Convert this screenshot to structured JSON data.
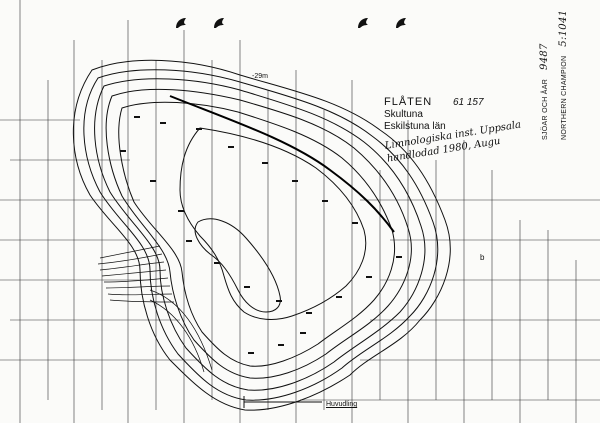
{
  "map": {
    "lake_name": "FLÅTEN",
    "lake_code": "61 157",
    "parish": "Skultuna",
    "area": "Eskilstuna län",
    "note_line1": "Limnologiska inst. Uppsala",
    "note_line2": "handlodad 1980, Augu",
    "depth_marker": "-29m",
    "scale_label": "Huvudling",
    "symbol_b": "b",
    "margin_left_label": "SJÖAR OCH ÅAR",
    "margin_left_number": "9487",
    "margin_right_label": "NORTHERN CHAMPION",
    "margin_right_number": "5:1041"
  },
  "colors": {
    "ink": "#111111",
    "paper": "#fbfbf9"
  }
}
